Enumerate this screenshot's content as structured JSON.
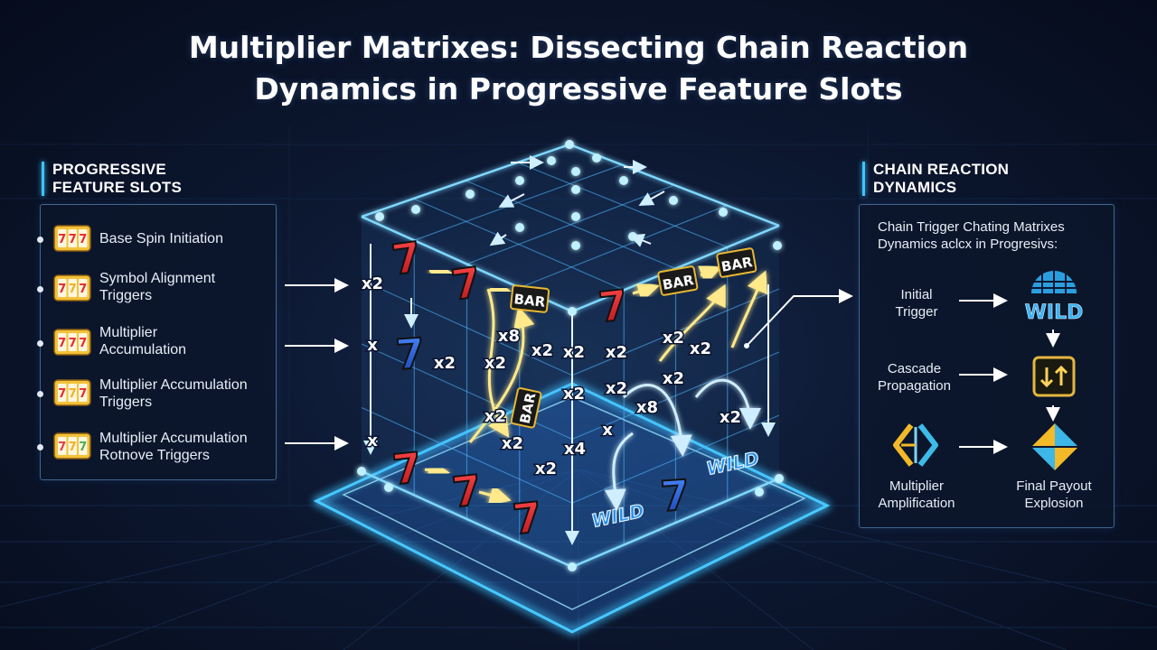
{
  "title": {
    "line1": "Multiplier Matrixes: Dissecting Chain Reaction",
    "line2": "Dynamics in Progressive Feature Slots"
  },
  "left_panel": {
    "heading_line1": "PROGRESSIVE",
    "heading_line2": "FEATURE SLOTS",
    "steps": [
      {
        "line1": "Base Spin Initiation",
        "line2": "",
        "icon": "slot-machine-icon"
      },
      {
        "line1": "Symbol Alignment",
        "line2": "Triggers",
        "icon": "slot-machine-icon"
      },
      {
        "line1": "Multiplier",
        "line2": "Accumulation",
        "icon": "slot-machine-icon"
      },
      {
        "line1": "Multiplier Accumulation",
        "line2": "Triggers",
        "icon": "slot-machine-icon"
      },
      {
        "line1": "Multiplier Accumulation",
        "line2": "Rotnove Triggers",
        "icon": "slot-machine-icon"
      }
    ]
  },
  "right_panel": {
    "heading_line1": "CHAIN REACTION",
    "heading_line2": "DYNAMICS",
    "subtitle_line1": "Chain Trigger Chating Matrixes",
    "subtitle_line2": "Dynamics aclcx in Progresivs:",
    "flow": {
      "initial_trigger": {
        "line1": "Initial",
        "line2": "Trigger"
      },
      "cascade": {
        "line1": "Cascade",
        "line2": "Propagation"
      },
      "amplification": {
        "line1": "Multiplier",
        "line2": "Amplification"
      },
      "final": {
        "line1": "Final Payout",
        "line2": "Explosion"
      },
      "wild_icon_text": "WILD"
    }
  },
  "cube": {
    "symbols": {
      "seven": "7",
      "bar": "BAR",
      "wild": "WILD"
    },
    "multiplier_labels": [
      "x8",
      "x2",
      "x2",
      "x2",
      "x2",
      "x2",
      "x2",
      "x2",
      "x2",
      "x2",
      "x2",
      "x2",
      "x2",
      "x2",
      "x8",
      "x2",
      "x4",
      "x2",
      "x",
      "x",
      "x"
    ]
  },
  "colors": {
    "accent_blue": "#3fc4ff",
    "glow_yellow": "#ffe98a",
    "seven_red": "#e5202a",
    "seven_blue": "#2266e0",
    "background": "#0c1730"
  }
}
